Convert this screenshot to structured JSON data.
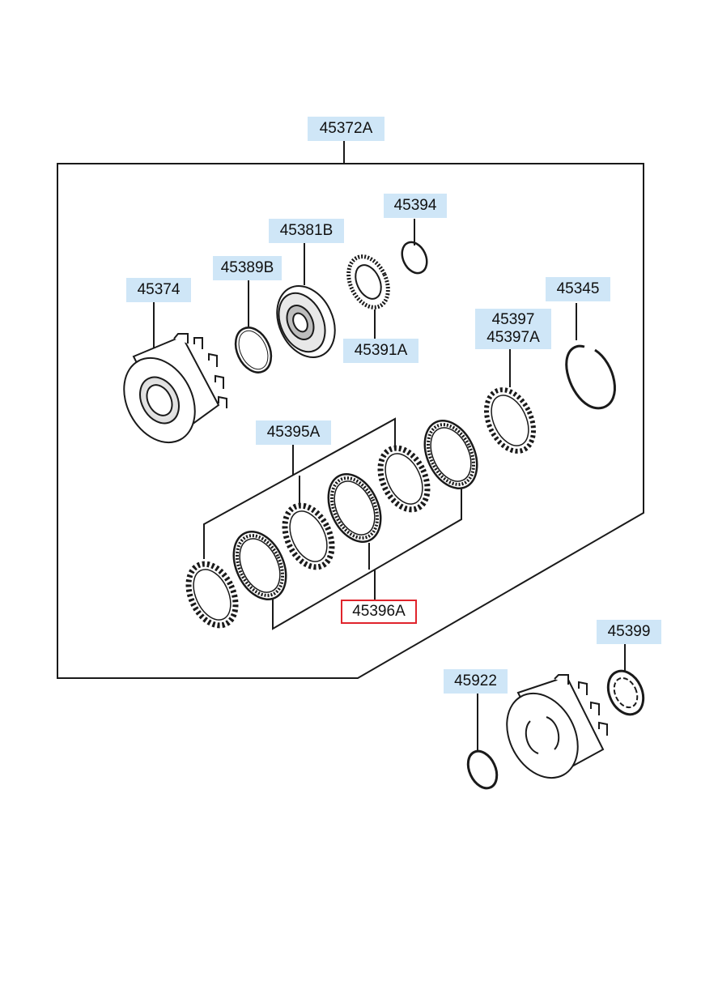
{
  "diagram": {
    "assembly_label": "45372A",
    "selected_part": "45396A",
    "parts": {
      "p45374": "45374",
      "p45389B": "45389B",
      "p45381B": "45381B",
      "p45394": "45394",
      "p45391A": "45391A",
      "p45397": "45397",
      "p45397A": "45397A",
      "p45345": "45345",
      "p45395A": "45395A",
      "p45396A": "45396A",
      "p45399": "45399",
      "p45922": "45922"
    },
    "colors": {
      "label_background": "#cfe6f7",
      "selected_border": "#e0242c",
      "line": "#1a1a1a",
      "part_fill": "#ffffff",
      "part_shade": "#d9d9d9"
    }
  }
}
